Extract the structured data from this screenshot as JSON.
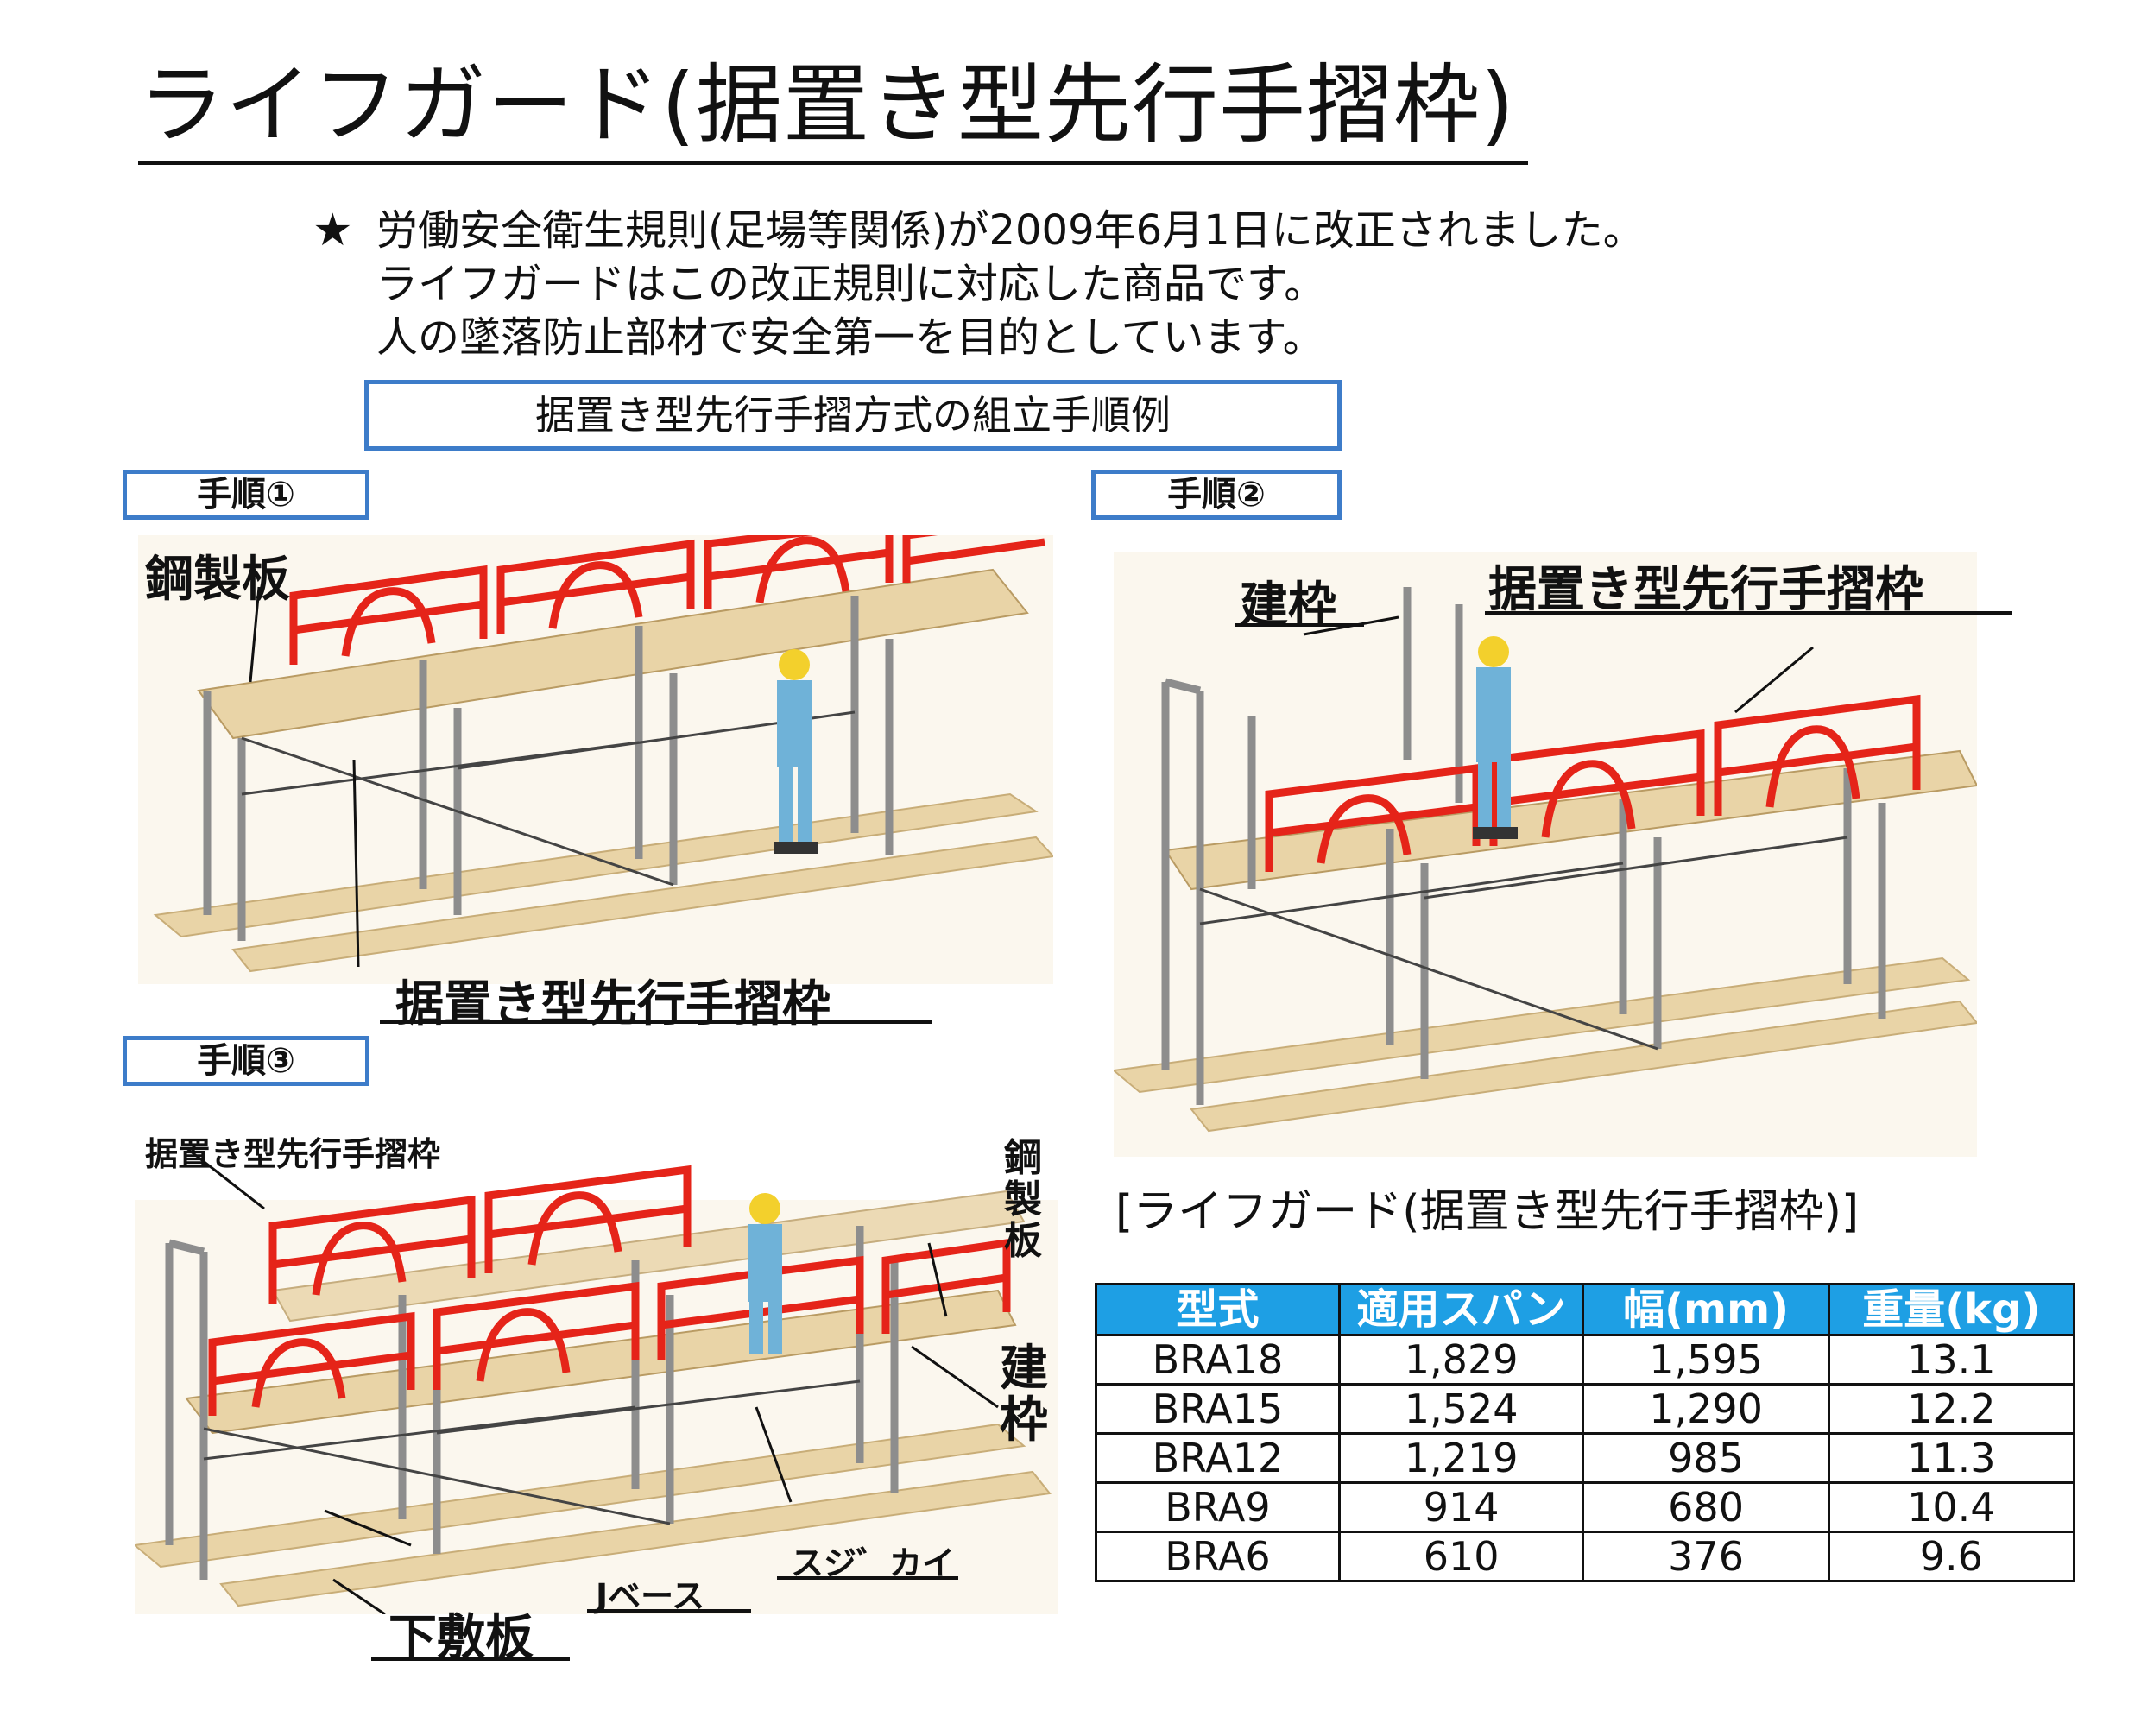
{
  "title": "ライフガード(据置き型先行手摺枠)",
  "note": {
    "star": "★",
    "line1": "労働安全衛生規則(足場等関係)が2009年6月1日に改正されました。",
    "line2": "ライフガードはこの改正規則に対応した商品です。",
    "line3": "人の墜落防止部材で安全第一を目的としています。"
  },
  "assembly_title": "据置き型先行手摺方式の組立手順例",
  "steps": [
    {
      "label": "手順①",
      "labels": {
        "steel_plank": "鋼製板",
        "railing_frame": "据置き型先行手摺枠"
      }
    },
    {
      "label": "手順②",
      "labels": {
        "frame": "建枠",
        "railing_frame": "据置き型先行手摺枠"
      }
    },
    {
      "label": "手順③",
      "labels": {
        "railing_frame": "据置き型先行手摺枠",
        "steel_plank": "鋼製板",
        "frame": "建枠",
        "brace": "スジ゛カイ",
        "j_base": "Jベース",
        "sill_plank": "下敷板"
      }
    }
  ],
  "colors": {
    "railing_red": "#e52419",
    "plank_tan": "#e9d4a7",
    "frame_gray": "#8d8d8d",
    "box_blue": "#3d7cc9",
    "header_blue": "#1e9fe4",
    "worker_blue": "#6fb2d8",
    "helmet_yellow": "#f3d02c"
  },
  "table": {
    "caption": "[ライフガード(据置き型先行手摺枠)]",
    "headers": [
      "型式",
      "適用スパン",
      "幅(mm)",
      "重量(kg)"
    ],
    "rows": [
      [
        "BRA18",
        "1,829",
        "1,595",
        "13.1"
      ],
      [
        "BRA15",
        "1,524",
        "1,290",
        "12.2"
      ],
      [
        "BRA12",
        "1,219",
        "985",
        "11.3"
      ],
      [
        "BRA9",
        "914",
        "680",
        "10.4"
      ],
      [
        "BRA6",
        "610",
        "376",
        "9.6"
      ]
    ]
  }
}
